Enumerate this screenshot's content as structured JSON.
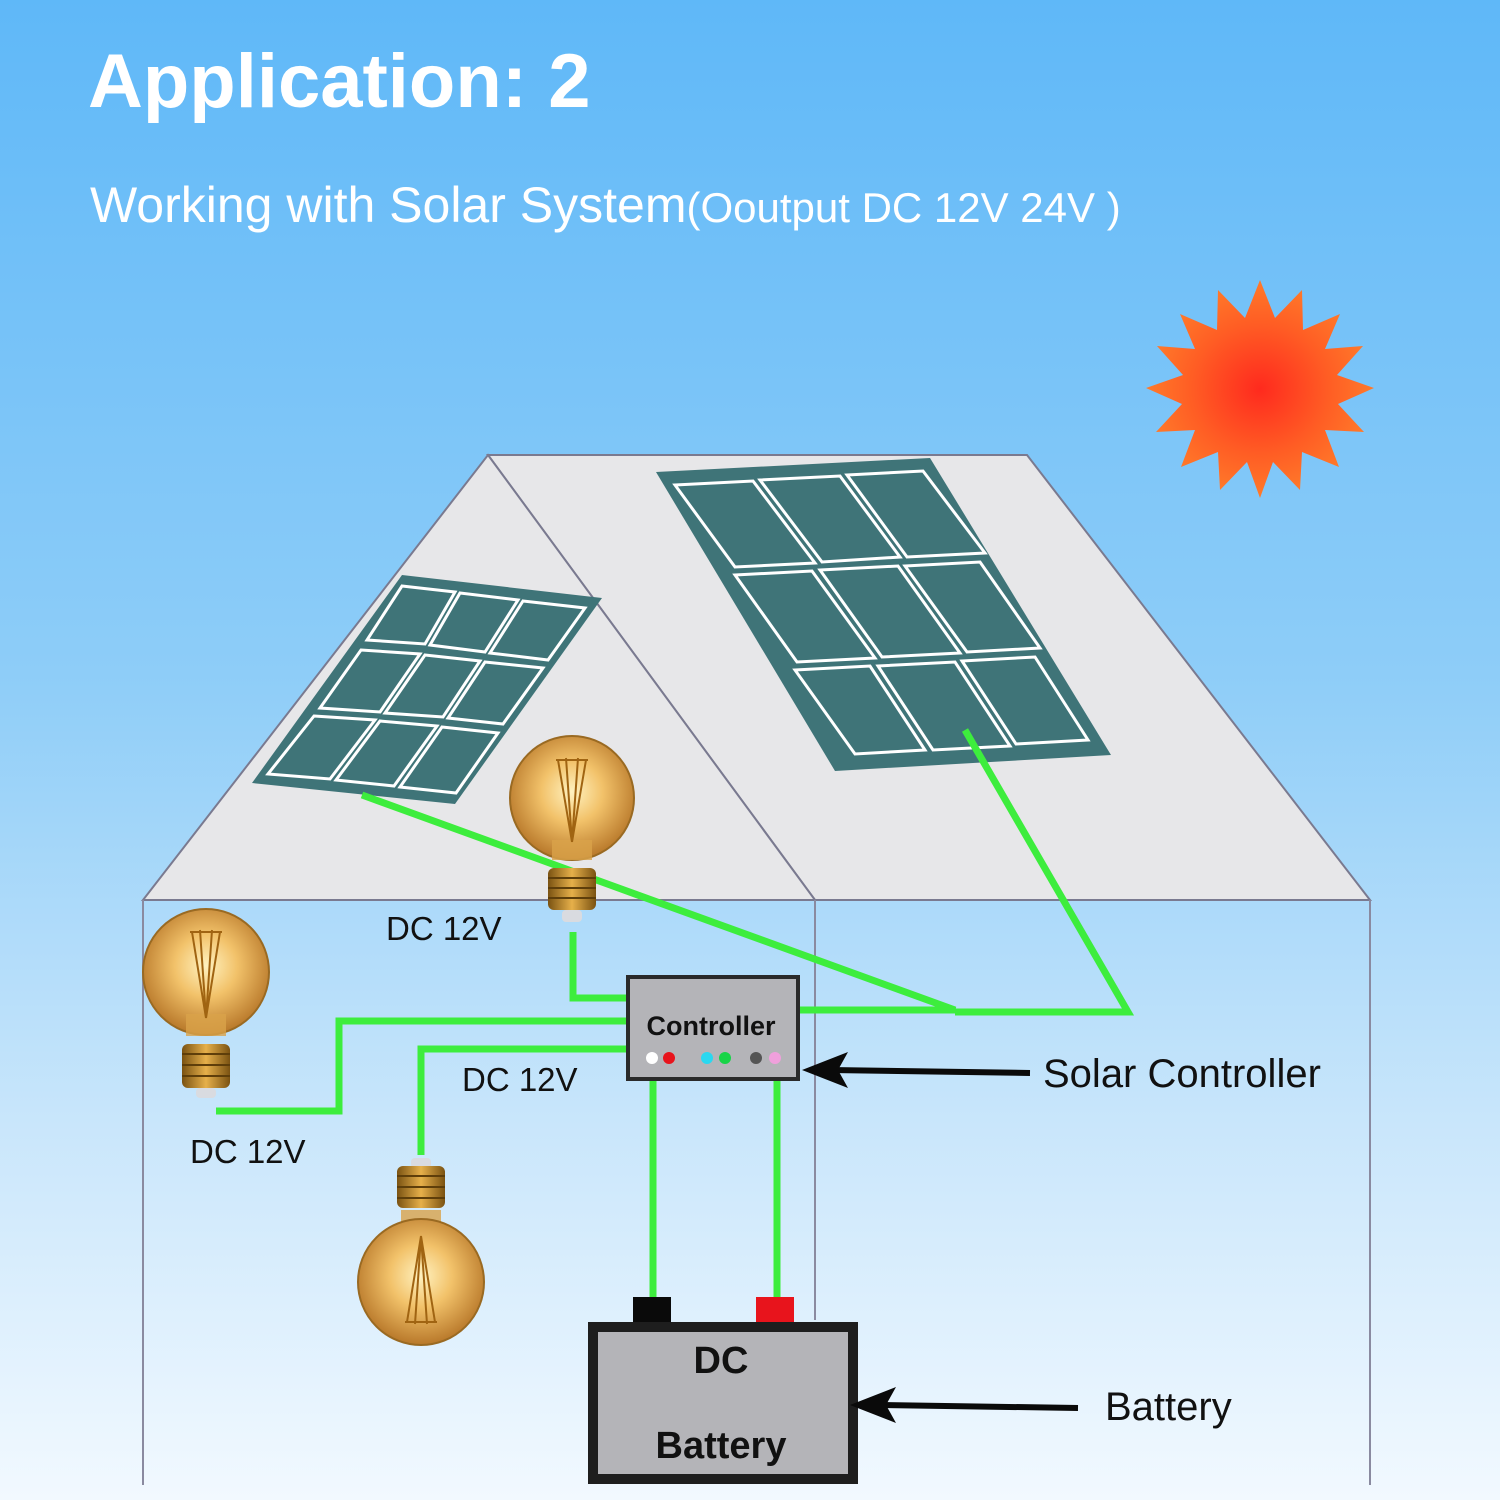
{
  "header": {
    "title": "Application: 2",
    "subtitle_main": "Working with Solar System",
    "subtitle_detail": "(Ooutput DC 12V 24V )"
  },
  "labels": {
    "dc_top": "DC 12V",
    "dc_middle": "DC 12V",
    "dc_left": "DC 12V",
    "solar_controller": "Solar Controller",
    "battery_callout": "Battery"
  },
  "controller": {
    "label": "Controller",
    "led_colors": [
      "#ffffff",
      "#e8141c",
      "#2ad8f0",
      "#18d448",
      "#555555",
      "#f0a0dc"
    ]
  },
  "battery": {
    "line1": "DC",
    "line2": "Battery"
  },
  "colors": {
    "wire": "#3ded3d",
    "panel": "#3f7478",
    "roof": "#e6e6e8",
    "sun": "#ff6a22"
  }
}
